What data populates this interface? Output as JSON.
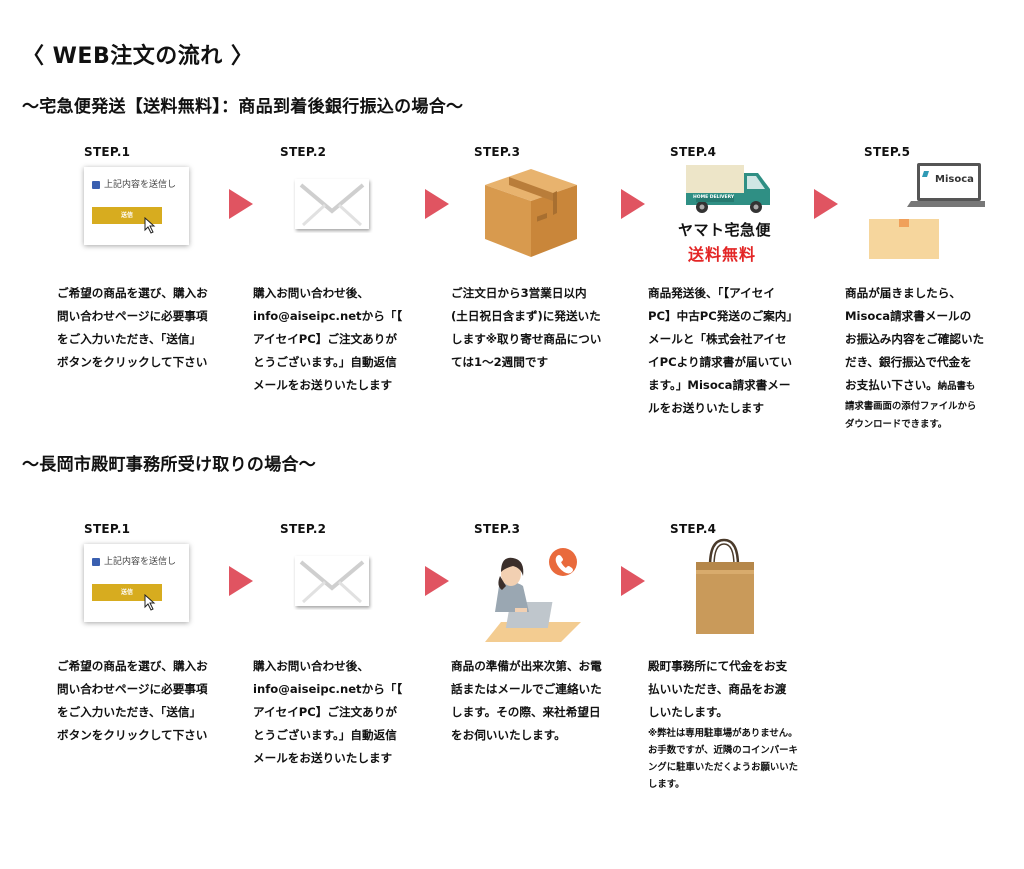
{
  "title": "〈 WEB注文の流れ 〉",
  "sections": [
    {
      "title": "〜宅急便発送【送料無料】：商品到着後銀行振込の場合〜",
      "steps": [
        {
          "label": "STEP.1",
          "icon": "web-form-icon",
          "form_checkbox_text": "上記内容を送信し",
          "form_button_text": "送信",
          "text": [
            "ご希望の商品を選び、購入お",
            "問い合わせページに必要事項",
            "をご入力いただき、「送信」",
            "ボタンをクリックして下さい"
          ]
        },
        {
          "label": "STEP.2",
          "icon": "envelope-icon",
          "text": [
            "購入お問い合わせ後、",
            "info@aiseipc.netから「【",
            "アイセイPC】ご注文ありが",
            "とうございます。」自動返信",
            "メールをお送りいたします"
          ]
        },
        {
          "label": "STEP.3",
          "icon": "cardboard-box-icon",
          "text": [
            "ご注文日から3営業日以内",
            "(土日祝日含まず)に発送いた",
            "します※取り寄せ商品につい",
            "ては1〜2週間です"
          ]
        },
        {
          "label": "STEP.4",
          "icon": "delivery-truck-icon",
          "truck_text": "HOME DELIVERY",
          "carrier": "ヤマト宅急便",
          "shipping_free": "送料無料",
          "text": [
            "商品発送後、「【アイセイ",
            "PC】中古PC発送のご案内」",
            "メールと「株式会社アイセ",
            "イPCより請求書が届いてい",
            "ます。」Misoca請求書メー",
            "ルをお送りいたします"
          ]
        },
        {
          "label": "STEP.5",
          "icon": "laptop-invoice-icon",
          "laptop_text": "Misoca",
          "text": [
            "商品が届きましたら、",
            "Misoca請求書メールの",
            "お振込み内容をご確認いた",
            "だき、銀行振込で代金を"
          ],
          "text_last": "お支払い下さい。",
          "text_note": "納品書も",
          "small_text": [
            "請求書画面の添付ファイルから",
            "ダウンロードできます。"
          ]
        }
      ]
    },
    {
      "title": "〜長岡市殿町事務所受け取りの場合〜",
      "steps": [
        {
          "label": "STEP.1",
          "icon": "web-form-icon",
          "form_checkbox_text": "上記内容を送信し",
          "form_button_text": "送信",
          "text": [
            "ご希望の商品を選び、購入お",
            "問い合わせページに必要事項",
            "をご入力いただき、「送信」",
            "ボタンをクリックして下さい"
          ]
        },
        {
          "label": "STEP.2",
          "icon": "envelope-icon",
          "text": [
            "購入お問い合わせ後、",
            "info@aiseipc.netから「【",
            "アイセイPC】ご注文ありが",
            "とうございます。」自動返信",
            "メールをお送りいたします"
          ]
        },
        {
          "label": "STEP.3",
          "icon": "operator-phone-icon",
          "text": [
            "商品の準備が出来次第、お電",
            "話またはメールでご連絡いた",
            "します。その際、来社希望日",
            "をお伺いいたします。"
          ]
        },
        {
          "label": "STEP.4",
          "icon": "shopping-bag-icon",
          "text": [
            "殿町事務所にて代金をお支",
            "払いいただき、商品をお渡",
            "しいたします。"
          ],
          "small_text": [
            "※弊社は専用駐車場がありません。",
            "お手数ですが、近隣のコインパーキ",
            "ングに駐車いただくようお願いいた",
            "します。"
          ]
        }
      ]
    }
  ],
  "colors": {
    "arrow": "#e05461",
    "form_button": "#d7ac1f",
    "box": "#d89a4e",
    "truck": "#2f8f84",
    "shipping_free": "#e32626",
    "bag": "#c99a5a"
  }
}
